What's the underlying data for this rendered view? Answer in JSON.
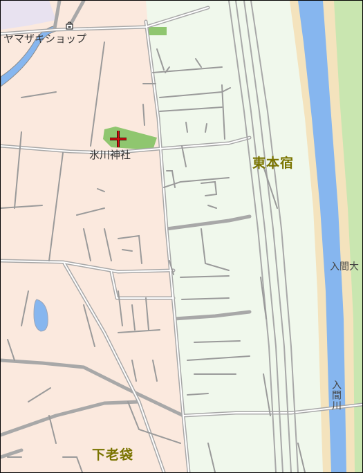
{
  "map": {
    "colors": {
      "residential": "#fbe9de",
      "other_zone": "#f0f8ec",
      "river": "#86b6ef",
      "riverbank": "#f4e3bd",
      "greenland": "#c9e6b0",
      "park": "#8fc66f",
      "road": "#a8a8a8",
      "road_fill": "#ffffff"
    },
    "labels": {
      "shop": "ヤマザキショップ",
      "shrine": "氷川神社",
      "district_east": "東本宿",
      "district_south": "下老袋",
      "river_right_edge": "入間大",
      "river_vertical": "入間川"
    },
    "icons": {
      "shop": "store-icon",
      "center": "crosshair-icon"
    }
  }
}
